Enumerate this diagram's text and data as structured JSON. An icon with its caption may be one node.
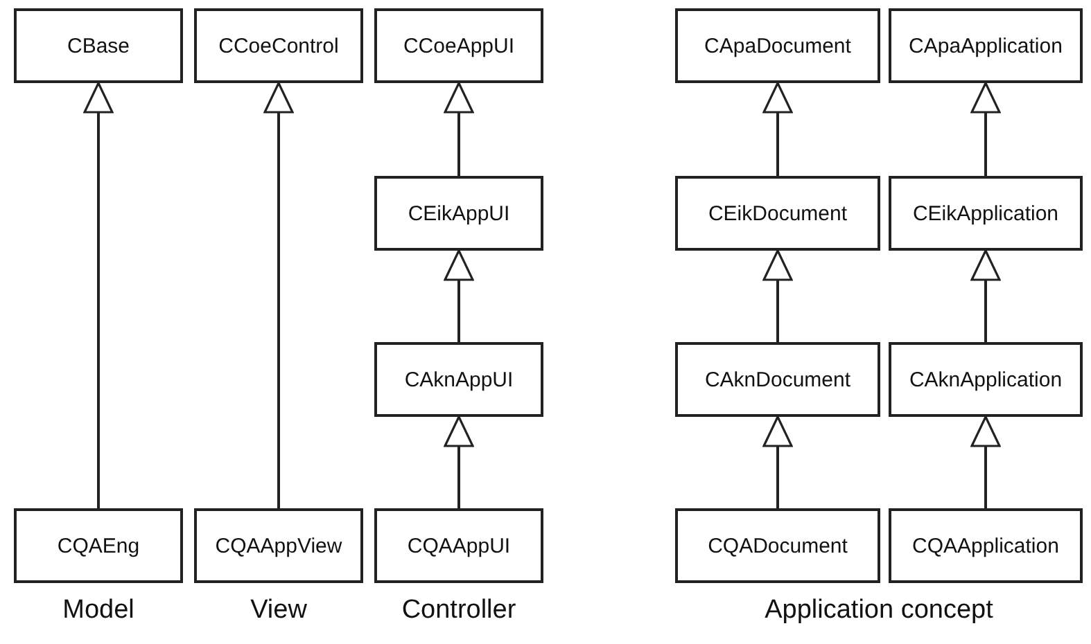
{
  "diagram": {
    "nodes": [
      {
        "text": [
          "CBase"
        ]
      },
      {
        "text": [
          "CCoeControl"
        ]
      },
      {
        "text": [
          "CCoeAppUI"
        ]
      },
      {
        "text": [
          "CApaDocument"
        ]
      },
      {
        "text": [
          "CApaApplication"
        ]
      },
      {
        "text": [
          "CEikAppUI"
        ]
      },
      {
        "text": [
          "CEikDocument"
        ]
      },
      {
        "text": [
          "CEikApplication"
        ]
      },
      {
        "text": [
          "CAknAppUI"
        ]
      },
      {
        "text": [
          "CAknDocument"
        ]
      },
      {
        "text": [
          "CAknApplication"
        ]
      },
      {
        "text": [
          "CQAEng"
        ]
      },
      {
        "text": [
          "CQAAppView"
        ]
      },
      {
        "text": [
          "CQAAppUI"
        ]
      },
      {
        "text": [
          "CQADocument"
        ]
      },
      {
        "text": [
          "CQAApplication"
        ]
      }
    ],
    "edges": [
      {
        "from": 11,
        "to": 0,
        "arrow": "to"
      },
      {
        "from": 12,
        "to": 1,
        "arrow": "to"
      },
      {
        "from": 13,
        "to": 8,
        "arrow": "to"
      },
      {
        "from": 8,
        "to": 5,
        "arrow": "to"
      },
      {
        "from": 5,
        "to": 2,
        "arrow": "to"
      },
      {
        "from": 14,
        "to": 9,
        "arrow": "to"
      },
      {
        "from": 9,
        "to": 6,
        "arrow": "to"
      },
      {
        "from": 6,
        "to": 3,
        "arrow": "to"
      },
      {
        "from": 15,
        "to": 10,
        "arrow": "to"
      },
      {
        "from": 10,
        "to": 7,
        "arrow": "to"
      },
      {
        "from": 7,
        "to": 4,
        "arrow": "to"
      }
    ],
    "labels": [
      "Model",
      "View",
      "Controller",
      "Application concept"
    ]
  }
}
